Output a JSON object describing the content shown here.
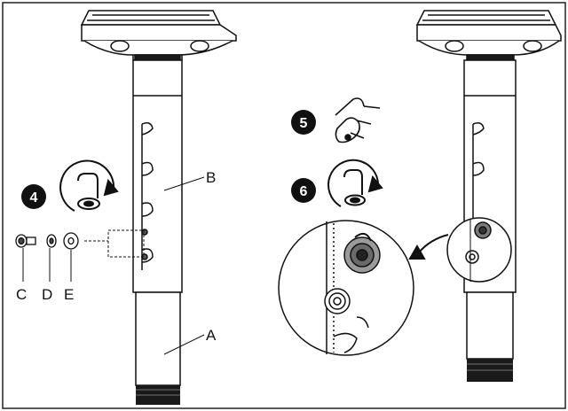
{
  "labels": {
    "part_a": "A",
    "part_b": "B",
    "part_c": "C",
    "part_d": "D",
    "part_e": "E"
  },
  "steps": {
    "step_4": "4",
    "step_5": "5",
    "step_6": "6"
  },
  "icons": {
    "step_4": "hex-key-turn-icon",
    "step_5": "hand-pinch-icon",
    "step_6": "hex-key-turn-icon",
    "arrow": "curved-arrow-icon"
  },
  "colors": {
    "line": "#111111",
    "dark_fill": "#1a1a1a",
    "bolt_gray": "#7a7a7a"
  }
}
